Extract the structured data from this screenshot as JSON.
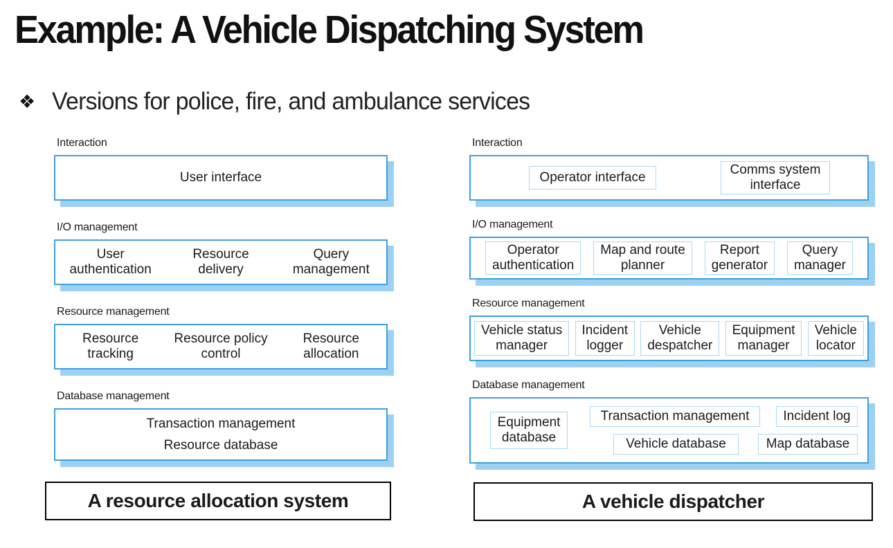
{
  "slide": {
    "title": "Example: A Vehicle Dispatching System",
    "bullet_icon": "❖",
    "bullet_text": "Versions for police, fire, and ambulance services"
  },
  "colors": {
    "box_border": "#3da0dd",
    "box_shadow": "#9dd1f1",
    "inner_box_border": "#a7d9f3",
    "caption_border": "#000000",
    "text": "#1a1a1a"
  },
  "left_diagram": {
    "caption": "A resource allocation system",
    "layers": [
      {
        "label": "Interaction",
        "items": [
          "User interface"
        ]
      },
      {
        "label": "I/O management",
        "items": [
          "User\nauthentication",
          "Resource\ndelivery",
          "Query\nmanagement"
        ]
      },
      {
        "label": "Resource management",
        "items": [
          "Resource\ntracking",
          "Resource policy\ncontrol",
          "Resource\nallocation"
        ]
      },
      {
        "label": "Database management",
        "items": [
          "Transaction management",
          "Resource database"
        ]
      }
    ]
  },
  "right_diagram": {
    "caption": "A vehicle dispatcher",
    "layers": [
      {
        "label": "Interaction",
        "items": [
          "Operator interface",
          "Comms system\ninterface"
        ]
      },
      {
        "label": "I/O management",
        "items": [
          "Operator\nauthentication",
          "Map and route\nplanner",
          "Report\ngenerator",
          "Query\nmanager"
        ]
      },
      {
        "label": "Resource management",
        "items": [
          "Vehicle status\nmanager",
          "Incident\nlogger",
          "Vehicle\ndespatcher",
          "Equipment\nmanager",
          "Vehicle\nlocator"
        ]
      },
      {
        "label": "Database management",
        "items": [
          "Equipment\ndatabase",
          "Transaction management",
          "Incident log",
          "Vehicle database",
          "Map database"
        ]
      }
    ]
  }
}
